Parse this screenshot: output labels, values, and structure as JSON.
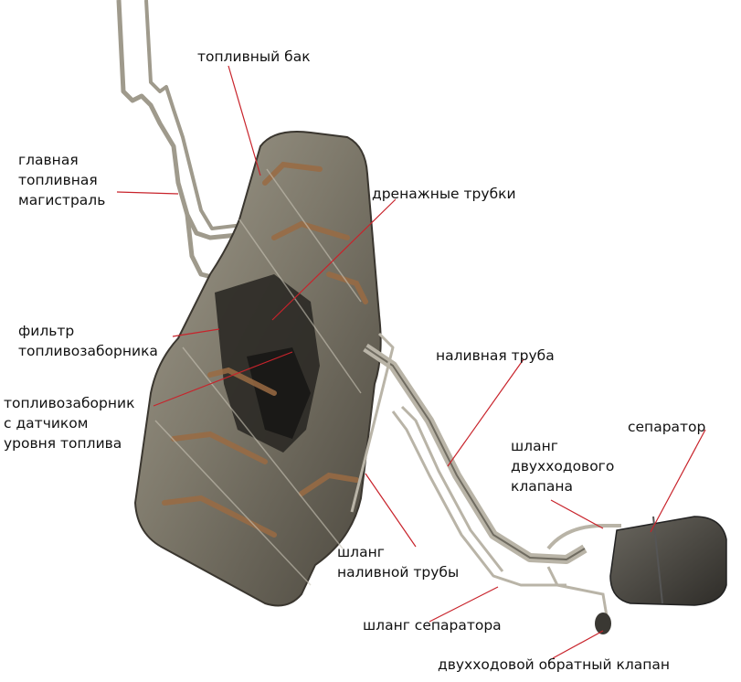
{
  "labels": {
    "fuel_tank": "топливный бак",
    "main_fuel_line": "главная\nтопливная\nмагистраль",
    "drain_tubes": "дренажные трубки",
    "intake_filter": "фильтр\nтопливозаборника",
    "fuel_intake_sensor": "топливозаборник\nс датчиком\nуровня топлива",
    "filler_pipe": "наливная труба",
    "separator": "сепаратор",
    "two_way_valve_hose": "шланг\nдвухходового\nклапана",
    "filler_pipe_hose": "шланг\nналивной трубы",
    "separator_hose": "шланг сепаратора",
    "two_way_check_valve": "двухходовой обратный клапан"
  },
  "colors": {
    "leader_line": "#c8232b",
    "tank_body": "#7f7a6b",
    "tank_shadow": "#3f3b33",
    "rust_stripe": "#9a6b43",
    "pipe": "#b9b4a7"
  }
}
